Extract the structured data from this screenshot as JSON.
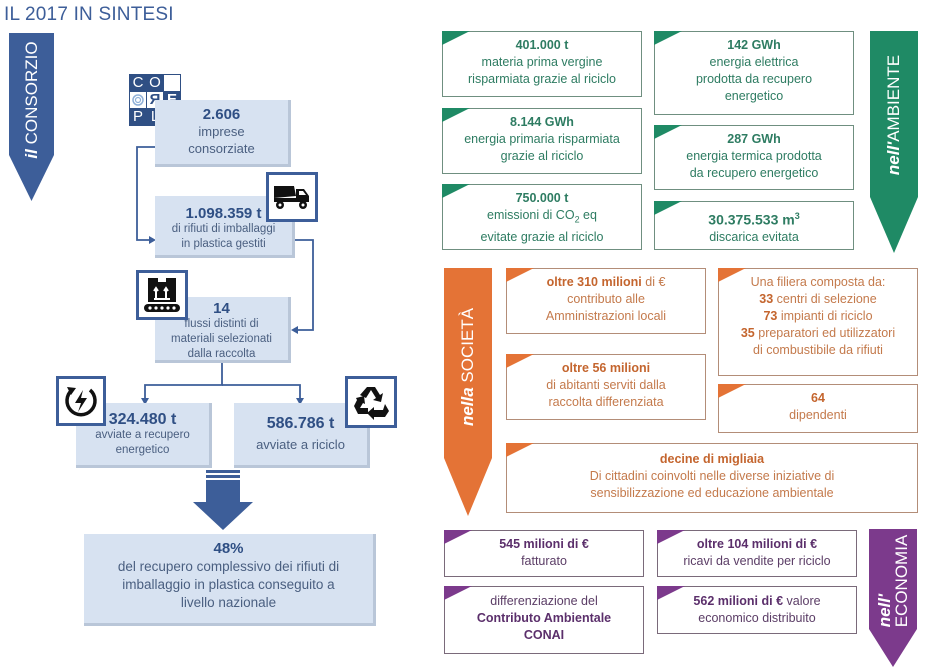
{
  "title": "IL 2017 IN SINTESI",
  "colors": {
    "consorzio": "#3d5e99",
    "ambiente": "#1f8a65",
    "societa": "#e47336",
    "economia": "#7c3a8c",
    "box_fill": "#d7e2f1"
  },
  "banners": {
    "consorzio": {
      "prefix": "il",
      "label": "CONSORZIO"
    },
    "ambiente": {
      "prefix": "nell'",
      "label": "AMBIENTE"
    },
    "societa": {
      "prefix": "nella",
      "label": "SOCIETÀ"
    },
    "economia": {
      "prefix": "nell'",
      "label": "ECONOMIA"
    }
  },
  "logo": {
    "letters": [
      "C",
      "O",
      "",
      "",
      "Я",
      "E",
      "P",
      "L",
      "A"
    ],
    "icon": "corepla-logo-icon"
  },
  "consorzio": {
    "imprese": {
      "value": "2.606",
      "line1": "imprese",
      "line2": "consorziate"
    },
    "rifiuti": {
      "value": "1.098.359 t",
      "line1": "di rifiuti di imballaggi",
      "line2": "in plastica  gestiti",
      "icon": "truck-icon"
    },
    "flussi": {
      "value": "14",
      "line1": "flussi distinti di",
      "line2": "materiali selezionati",
      "line3": "dalla raccolta",
      "icon": "conveyor-box-icon"
    },
    "recupero": {
      "value": "324.480 t",
      "line1": "avviate a recupero",
      "line2": "energetico",
      "icon": "energy-recovery-icon"
    },
    "riciclo": {
      "value": "586.786 t",
      "line1": "avviate a  riciclo",
      "icon": "recycle-icon"
    },
    "totale": {
      "value": "48%",
      "line1": "del recupero complessivo  dei rifiuti di",
      "line2": "imballaggio in plastica conseguito a",
      "line3": "livello nazionale"
    }
  },
  "ambiente": [
    {
      "value": "401.000 t",
      "lines": [
        "materia prima vergine",
        "risparmiata grazie al riciclo"
      ]
    },
    {
      "value": "142 GWh",
      "lines": [
        "energia elettrica",
        "prodotta da recupero",
        "energetico"
      ]
    },
    {
      "value": "8.144 GWh",
      "lines": [
        "energia primaria risparmiata",
        "grazie al riciclo"
      ]
    },
    {
      "value": "287 GWh",
      "lines": [
        "energia termica prodotta",
        "da recupero energetico"
      ]
    },
    {
      "value": "750.000 t",
      "line_a": "emissioni di CO",
      "sub": "2",
      "line_b": " eq",
      "lines": [
        "evitate grazie al riciclo"
      ]
    },
    {
      "value": "30.375.533 m",
      "sup": "3",
      "lines": [
        "discarica evitata"
      ]
    }
  ],
  "societa": {
    "contributo": {
      "bold": "oltre 310 milioni",
      "rest": " di €",
      "lines": [
        "contributo alle",
        "Amministrazioni locali"
      ]
    },
    "filiera": {
      "intro": "Una filiera composta da:",
      "items": [
        {
          "num": "33",
          "text": " centri di selezione"
        },
        {
          "num": "73",
          "text": " impianti di riciclo"
        },
        {
          "num": "35",
          "text": " preparatori ed utilizzatori"
        }
      ],
      "last": "di combustibile da rifiuti"
    },
    "abitanti": {
      "value": "oltre 56 milioni",
      "lines": [
        "di abitanti serviti dalla",
        "raccolta differenziata"
      ]
    },
    "dipendenti": {
      "value": "64",
      "lines": [
        "dipendenti"
      ]
    },
    "cittadini": {
      "value": "decine di migliaia",
      "lines": [
        "Di cittadini coinvolti nelle diverse iniziative di",
        "sensibilizzazione ed educazione ambientale"
      ]
    }
  },
  "economia": {
    "fatturato": {
      "value": "545 milioni di €",
      "lines": [
        "fatturato"
      ]
    },
    "ricavi": {
      "value": "oltre 104 milioni di €",
      "lines": [
        "ricavi da vendite per riciclo"
      ]
    },
    "contributo": {
      "line1": "differenziazione del",
      "bold1": "Contributo Ambientale",
      "bold2": "CONAI"
    },
    "valore": {
      "bold": "562 milioni di €",
      "rest": " valore",
      "lines": [
        "economico distribuito"
      ]
    }
  }
}
